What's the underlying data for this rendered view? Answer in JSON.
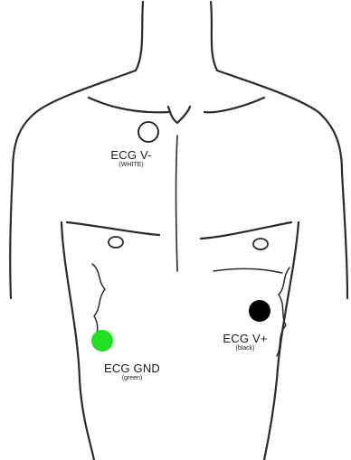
{
  "electrodes": [
    {
      "id": "v-minus",
      "label": "ECG V-",
      "sublabel": "(WHITE)",
      "color": "#ffffff"
    },
    {
      "id": "gnd",
      "label": "ECG GND",
      "sublabel": "(green)",
      "color": "#22e022"
    },
    {
      "id": "v-plus",
      "label": "ECG V+",
      "sublabel": "(black)",
      "color": "#000000"
    }
  ]
}
